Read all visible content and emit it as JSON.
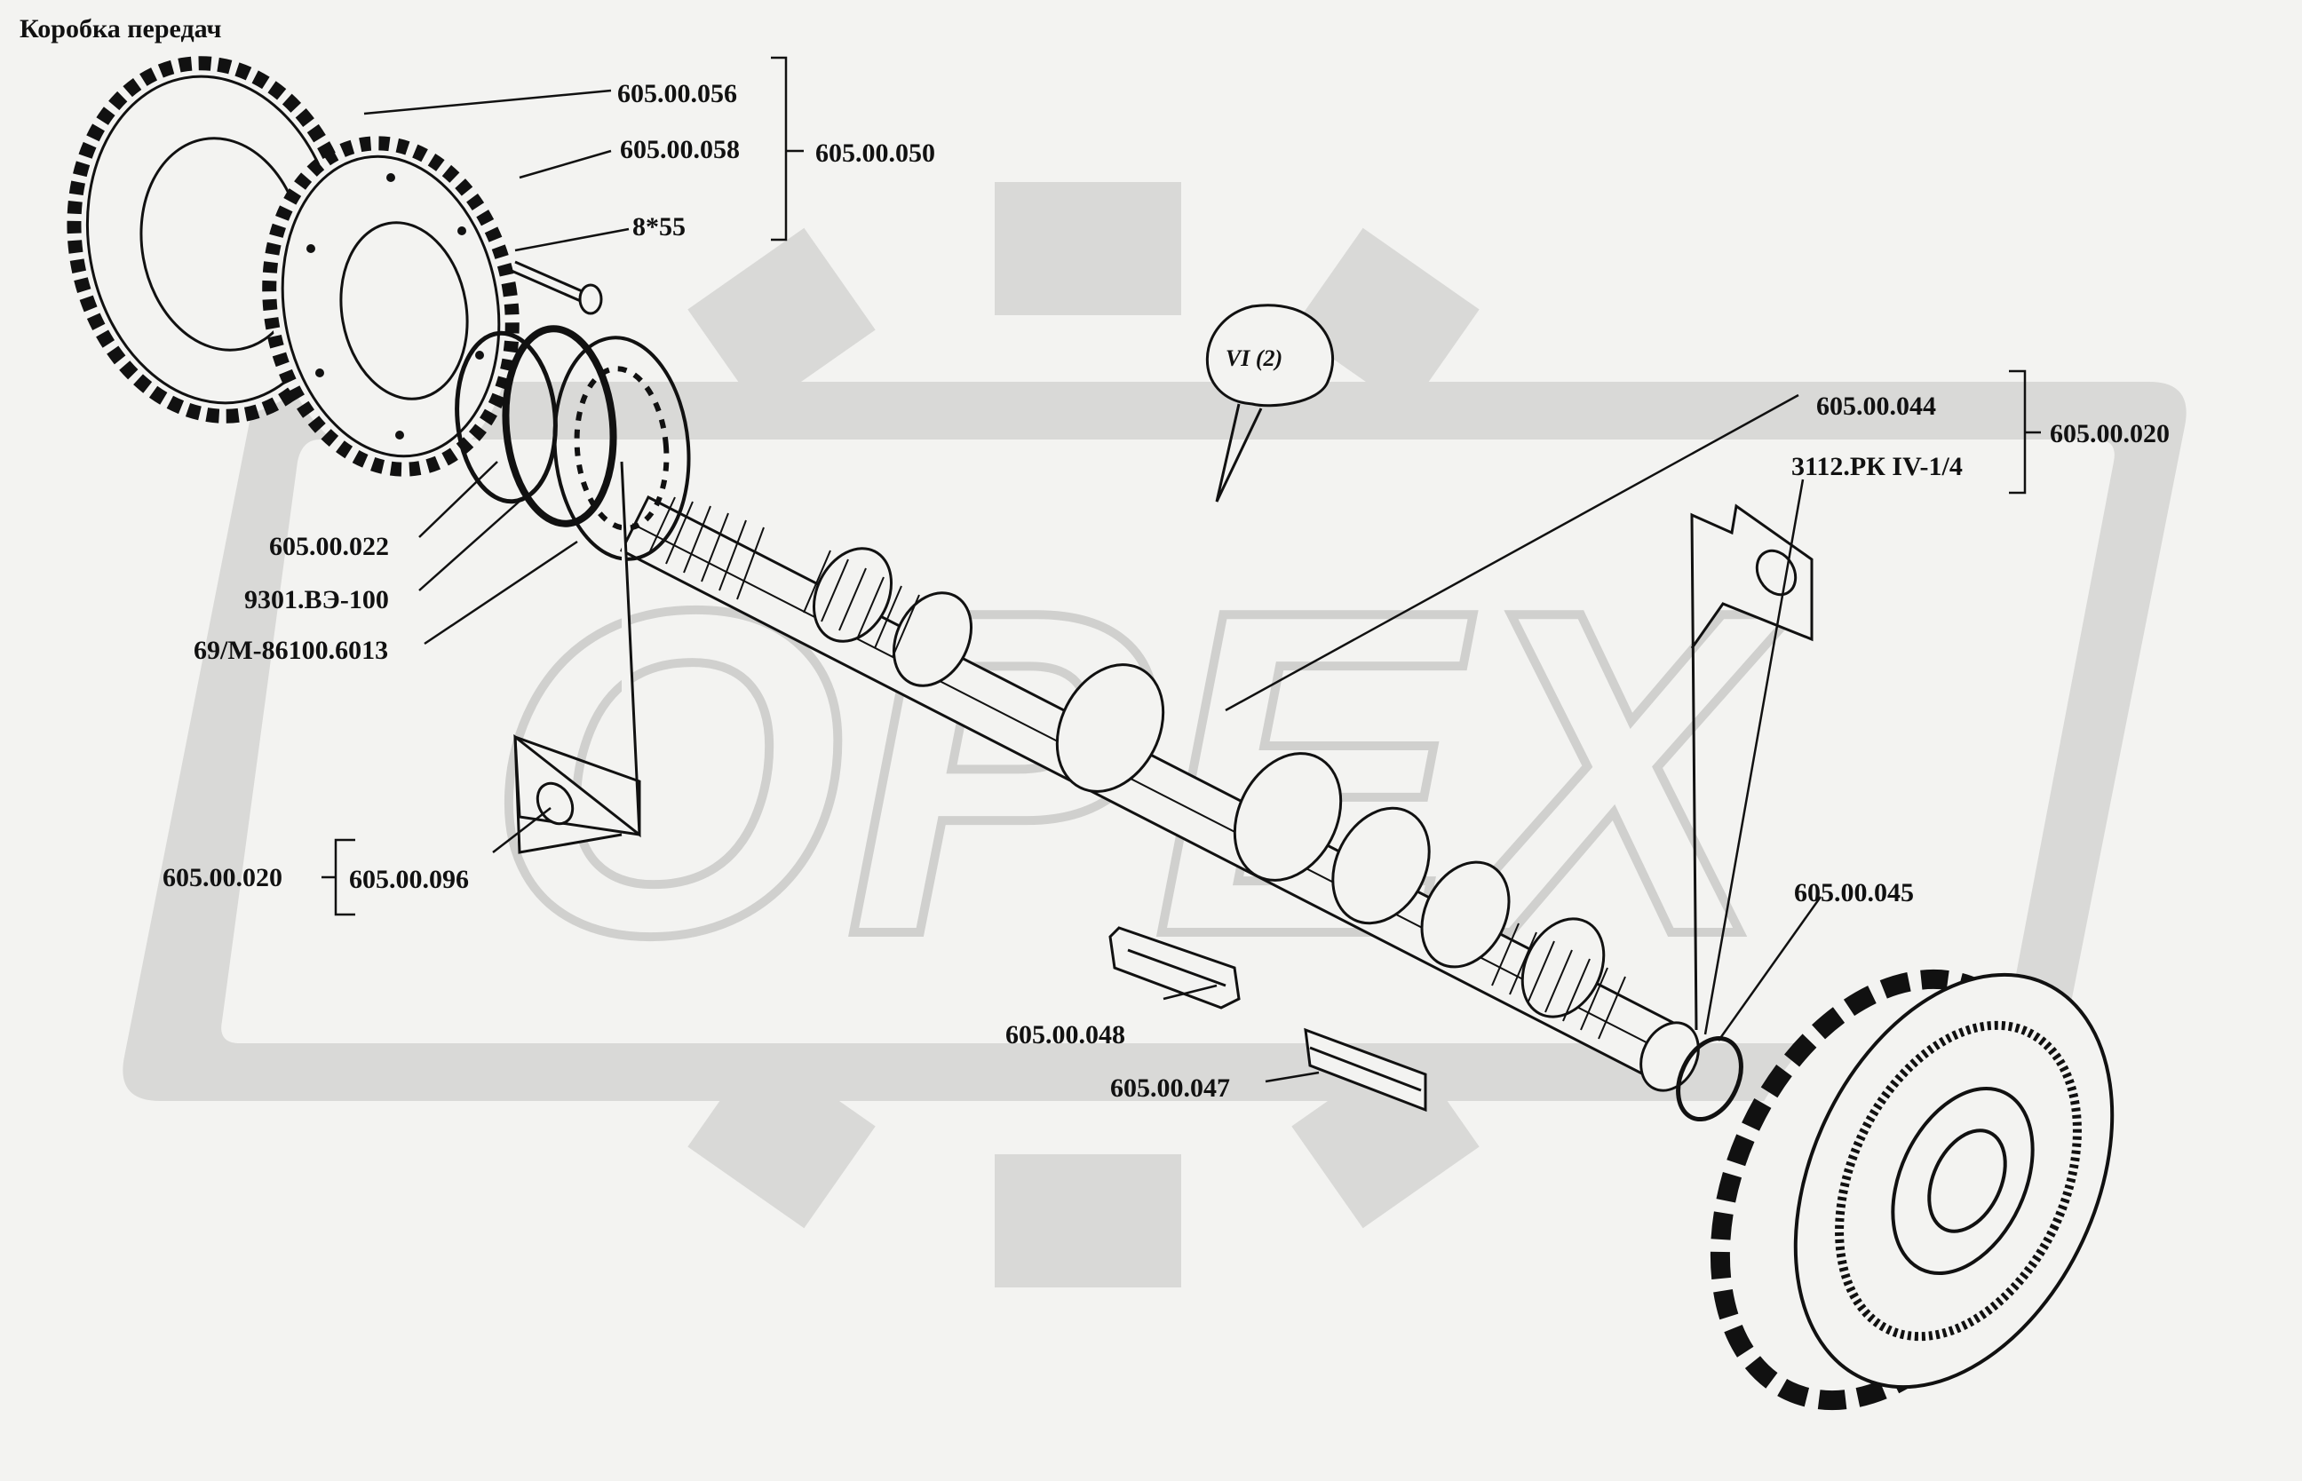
{
  "title": "Коробка передач",
  "watermark": "OPEX",
  "callout": "VI (2)",
  "labels": {
    "p056": "605.00.056",
    "p058": "605.00.058",
    "p050": "605.00.050",
    "bolt": "8*55",
    "p022": "605.00.022",
    "p9301": "9301.ВЭ-100",
    "p69": "69/М-86100.6013",
    "p020_left": "605.00.020",
    "p096": "605.00.096",
    "p044": "605.00.044",
    "p3112": "3112.РК IV-1/4",
    "p020_right": "605.00.020",
    "p045": "605.00.045",
    "p048": "605.00.048",
    "p047": "605.00.047"
  },
  "colors": {
    "background": "#f3f3f1",
    "watermark": "#d9d9d7",
    "ink": "#111111"
  }
}
